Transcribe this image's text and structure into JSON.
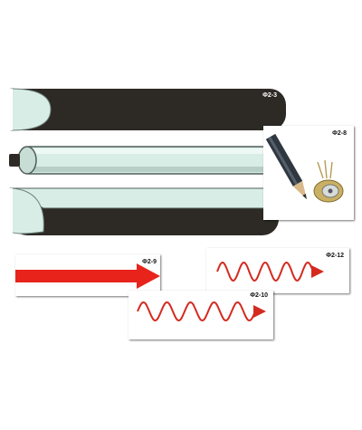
{
  "cards": {
    "tubes_top": {
      "label": "Φ2-3"
    },
    "pencil_laser": {
      "label": "Φ2-8"
    },
    "arrow_straight": {
      "label": "Φ2-9"
    },
    "wave_top": {
      "label": "Φ2-12"
    },
    "wave_bottom": {
      "label": "Φ2-10"
    }
  },
  "colors": {
    "tube_dark": "#2d2a26",
    "tube_light": "#d8ede6",
    "red": "#e8231c",
    "wave_red": "#d42a1f"
  },
  "icons": [
    "dark-tube",
    "light-tube",
    "half-tube",
    "pencil-icon",
    "laser-diode-icon",
    "red-arrow",
    "sine-wave"
  ]
}
